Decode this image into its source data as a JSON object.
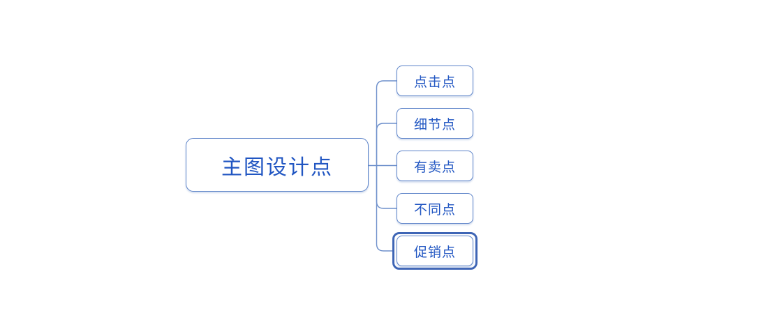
{
  "mindmap": {
    "root": {
      "label": "主图设计点"
    },
    "children": [
      {
        "label": "点击点",
        "selected": false
      },
      {
        "label": "细节点",
        "selected": false
      },
      {
        "label": "有卖点",
        "selected": false
      },
      {
        "label": "不同点",
        "selected": false
      },
      {
        "label": "促销点",
        "selected": true
      }
    ]
  },
  "colors": {
    "background": "#ffffff",
    "node_border": "#5b82c8",
    "connector_line": "#6d8fcb",
    "node_text": "#2156c2",
    "selection_border": "#3e65b5"
  }
}
